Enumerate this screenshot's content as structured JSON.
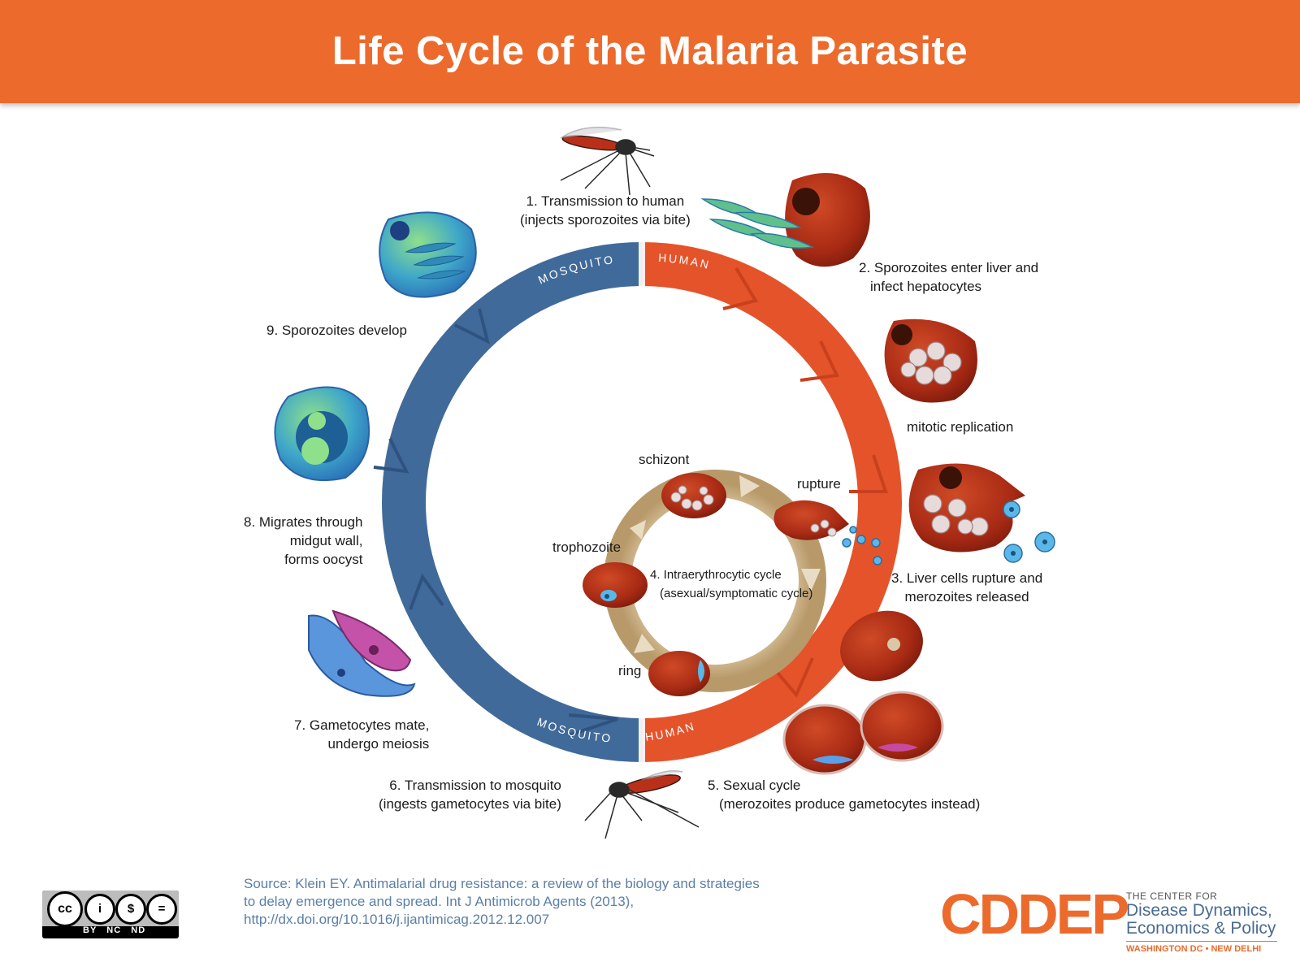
{
  "title": "Life Cycle of the Malaria Parasite",
  "ring_labels": {
    "top_mosquito": "MOSQUITO",
    "top_human": "HUMAN",
    "bottom_mosquito": "MOSQUITO",
    "bottom_human": "HUMAN"
  },
  "steps": {
    "s1": [
      "1. Transmission to human",
      "(injects sporozoites via bite)"
    ],
    "s2": [
      "2. Sporozoites enter liver and",
      "infect hepatocytes"
    ],
    "mitotic": "mitotic replication",
    "s3": [
      "3. Liver cells rupture and",
      "merozoites released"
    ],
    "s4": [
      "4. Intraerythrocytic cycle",
      "(asexual/symptomatic cycle)"
    ],
    "s5": [
      "5. Sexual cycle",
      "(merozoites produce gametocytes instead)"
    ],
    "s6": [
      "6. Transmission to mosquito",
      "(ingests gametocytes via bite)"
    ],
    "s7": [
      "7. Gametocytes mate,",
      "undergo meiosis"
    ],
    "s8": [
      "8. Migrates through",
      "midgut wall,",
      "forms oocyst"
    ],
    "s9": "9. Sporozoites develop"
  },
  "inner_cycle": {
    "schizont": "schizont",
    "rupture": "rupture",
    "trophozoite": "trophozoite",
    "ring": "ring"
  },
  "source": [
    "Source: Klein EY. Antimalarial drug resistance: a review of the biology and strategies",
    "to delay emergence and spread. Int J Antimicrob Agents (2013),",
    "http://dx.doi.org/10.1016/j.ijantimicag.2012.12.007"
  ],
  "license": {
    "tags": "BY   NC   ND",
    "cc": "cc",
    "by": "i",
    "nc": "$",
    "nd": "="
  },
  "organization": {
    "logo": "CDDEP",
    "line1": "THE CENTER FOR",
    "line2": "Disease Dynamics,",
    "line3": "Economics & Policy",
    "line4": "WASHINGTON DC • NEW DELHI"
  },
  "colors": {
    "header": "#ec6a2c",
    "mosquito_ring": "#406a99",
    "human_ring": "#e5532a",
    "inner_ring": "#cdb48c",
    "rbc": "#b8321a"
  }
}
